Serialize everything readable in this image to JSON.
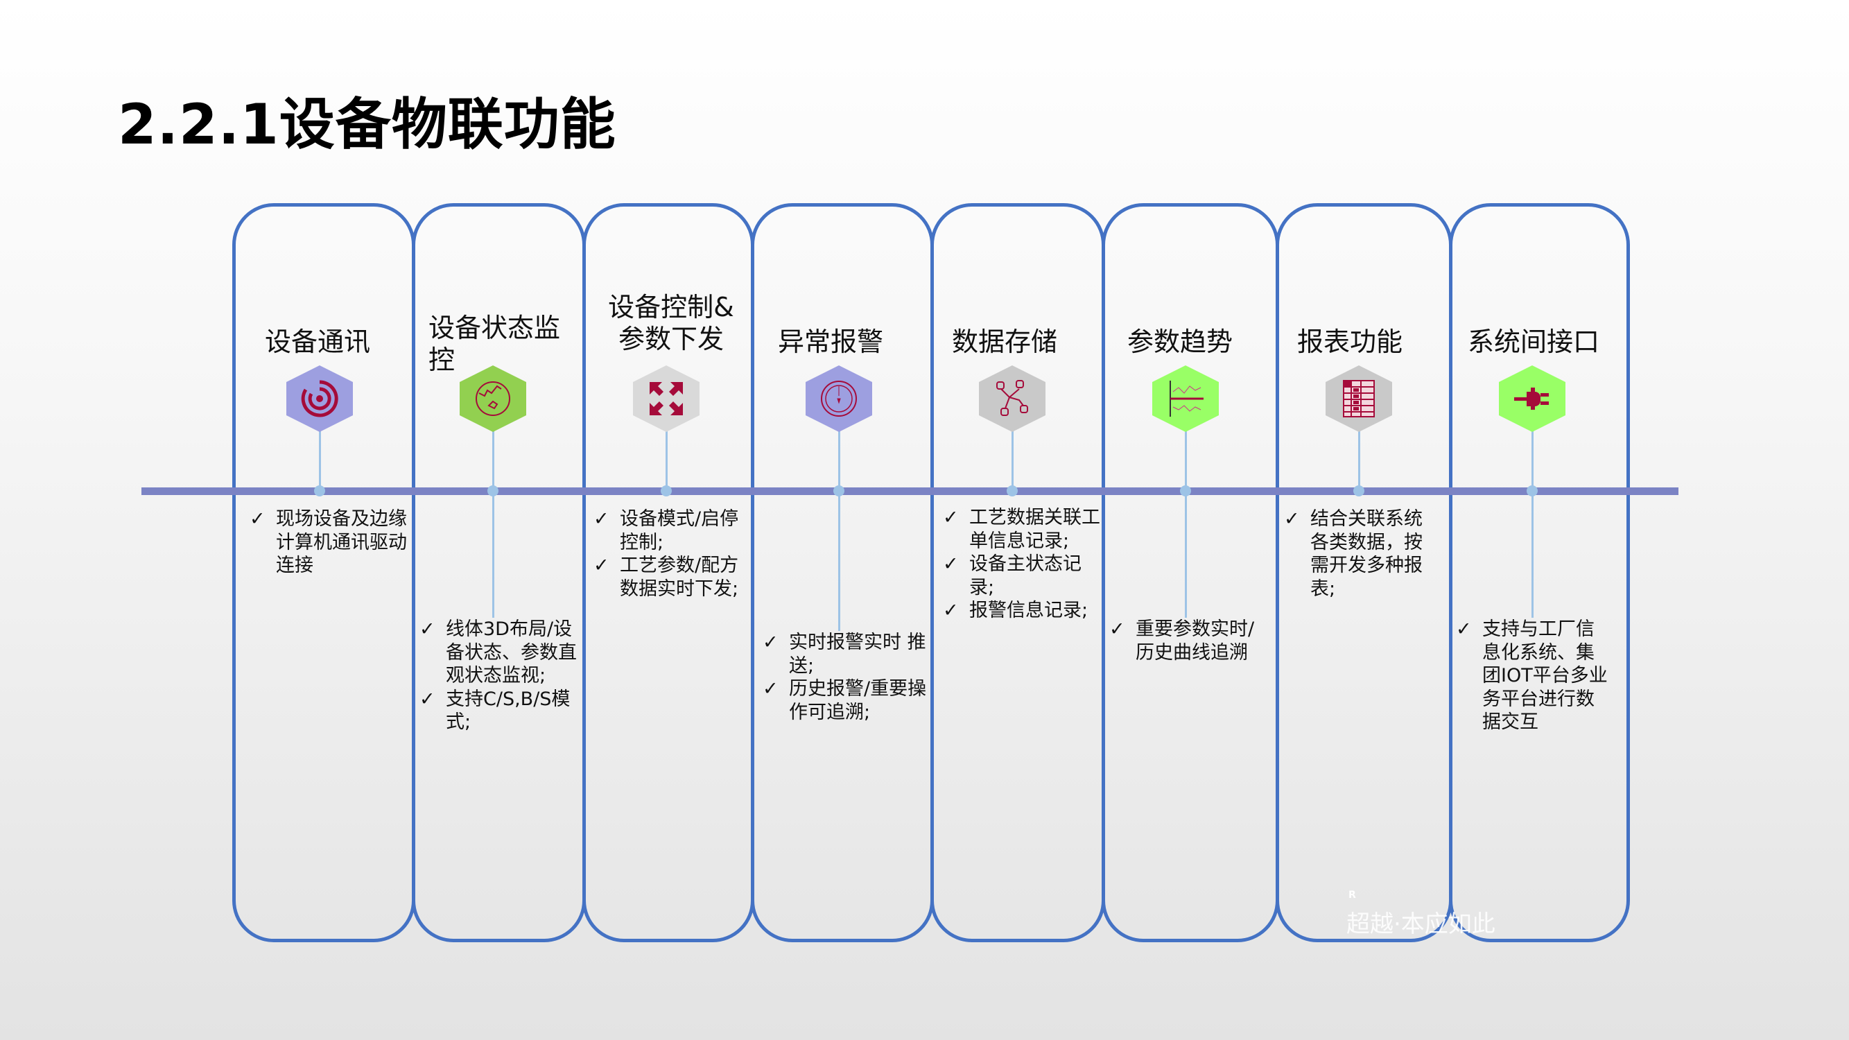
{
  "title": "2.2.1设备物联功能",
  "columns": [
    {
      "heading": "设备通讯",
      "icon": "target-icon",
      "hex_color": "#9d9fe0",
      "bullets": [
        "现场设备及边缘计算机通讯驱动连接"
      ]
    },
    {
      "heading": "设备状态监控",
      "icon": "globe-icon",
      "hex_color": "#92d050",
      "bullets": [
        "线体3D布局/设备状态、参数直观状态监视;",
        "支持C/S,B/S模式;"
      ]
    },
    {
      "heading": "设备控制&参数下发",
      "icon": "expand-arrows-icon",
      "hex_color": "#d9d9d9",
      "bullets": [
        "设备模式/启停控制;",
        "工艺参数/配方数据实时下发;"
      ]
    },
    {
      "heading": "异常报警",
      "icon": "compass-icon",
      "hex_color": "#9d9fe0",
      "bullets": [
        "实时报警实时 推送;",
        "历史报警/重要操作可追溯;"
      ]
    },
    {
      "heading": "数据存储",
      "icon": "network-nodes-icon",
      "hex_color": "#c9c9c9",
      "bullets": [
        "工艺数据关联工单信息记录;",
        "设备主状态记录;",
        "报警信息记录;"
      ]
    },
    {
      "heading": "参数趋势",
      "icon": "trend-chart-icon",
      "hex_color": "#99ff66",
      "bullets": [
        "重要参数实时/历史曲线追溯"
      ]
    },
    {
      "heading": "报表功能",
      "icon": "table-report-icon",
      "hex_color": "#c9c9c9",
      "bullets": [
        "结合关联系统各类数据，按需开发多种报表;"
      ]
    },
    {
      "heading": "系统间接口",
      "icon": "plug-icon",
      "hex_color": "#99ff66",
      "bullets": [
        "支持与工厂信息化系统、集团IOT平台多业务平台进行数据交互"
      ]
    }
  ],
  "check_mark": "✓",
  "watermark": "超越·本应如此",
  "watermark_mark": "R",
  "colors": {
    "border": "#4472c4",
    "timeline": "#7b83c4",
    "connector": "#9dc3e6",
    "icon_glyph": "#a50b3a"
  }
}
